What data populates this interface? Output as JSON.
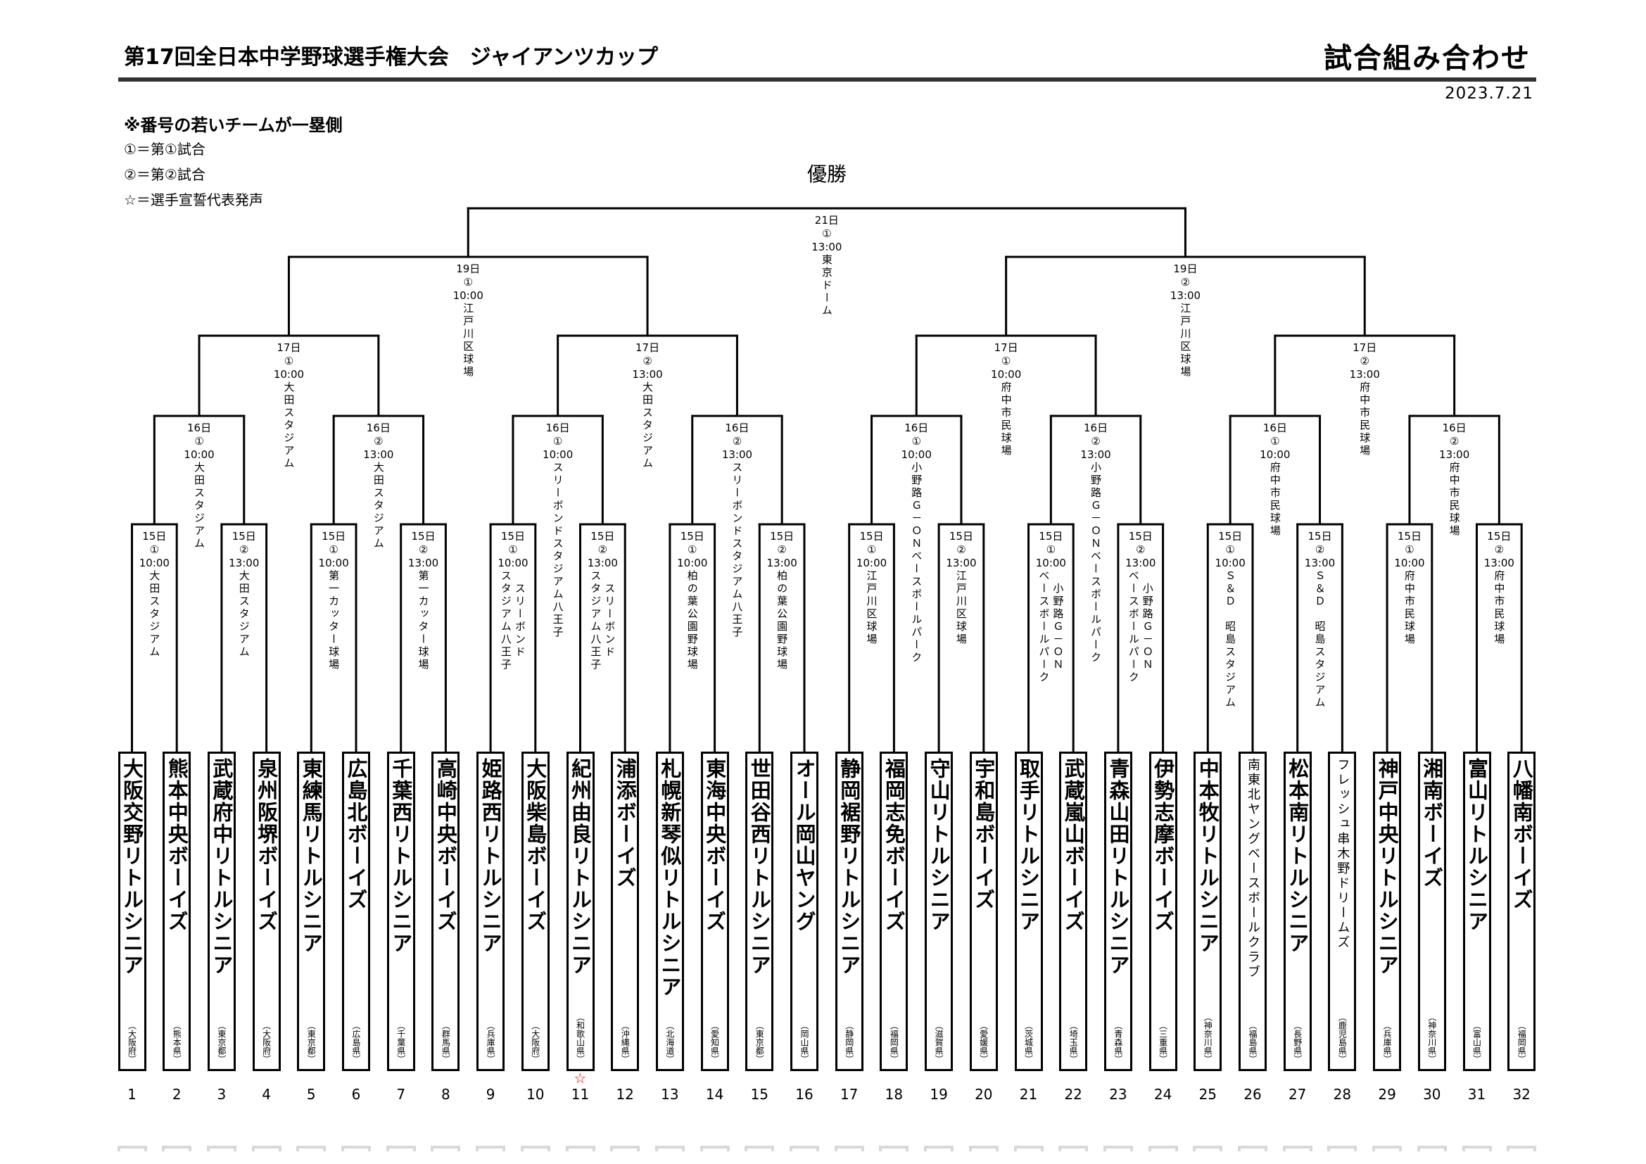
{
  "header": {
    "title": "第17回全日本中学野球選手権大会　ジャイアンツカップ",
    "doc_title": "試合組み合わせ",
    "date": "2023.7.21"
  },
  "notes": [
    "※番号の若いチームが一塁側",
    "①＝第①試合",
    "②＝第②試合",
    "☆＝選手宣誓代表発声"
  ],
  "champion_label": "優勝",
  "teams": [
    {
      "no": "1",
      "name": "大阪交野リトルシニア",
      "pref": "（大阪府）"
    },
    {
      "no": "2",
      "name": "熊本中央ボーイズ",
      "pref": "（熊本県）"
    },
    {
      "no": "3",
      "name": "武蔵府中リトルシニア",
      "pref": "（東京都）"
    },
    {
      "no": "4",
      "name": "泉州阪堺ボーイズ",
      "pref": "（大阪府）"
    },
    {
      "no": "5",
      "name": "東練馬リトルシニア",
      "pref": "（東京都）"
    },
    {
      "no": "6",
      "name": "広島北ボーイズ",
      "pref": "（広島県）"
    },
    {
      "no": "7",
      "name": "千葉西リトルシニア",
      "pref": "（千葉県）"
    },
    {
      "no": "8",
      "name": "高崎中央ボーイズ",
      "pref": "（群馬県）"
    },
    {
      "no": "9",
      "name": "姫路西リトルシニア",
      "pref": "（兵庫県）"
    },
    {
      "no": "10",
      "name": "大阪柴島ボーイズ",
      "pref": "（大阪府）"
    },
    {
      "no": "11",
      "name": "紀州由良リトルシニア",
      "pref": "（和歌山県）",
      "mark": "☆"
    },
    {
      "no": "12",
      "name": "浦添ボーイズ",
      "pref": "（沖縄県）"
    },
    {
      "no": "13",
      "name": "札幌新琴似リトルシニア",
      "pref": "（北海道）"
    },
    {
      "no": "14",
      "name": "東海中央ボーイズ",
      "pref": "（愛知県）"
    },
    {
      "no": "15",
      "name": "世田谷西リトルシニア",
      "pref": "（東京都）"
    },
    {
      "no": "16",
      "name": "オール岡山ヤング",
      "pref": "（岡山県）"
    },
    {
      "no": "17",
      "name": "静岡裾野リトルシニア",
      "pref": "（静岡県）"
    },
    {
      "no": "18",
      "name": "福岡志免ボーイズ",
      "pref": "（福岡県）"
    },
    {
      "no": "19",
      "name": "守山リトルシニア",
      "pref": "（滋賀県）"
    },
    {
      "no": "20",
      "name": "宇和島ボーイズ",
      "pref": "（愛媛県）"
    },
    {
      "no": "21",
      "name": "取手リトルシニア",
      "pref": "（茨城県）"
    },
    {
      "no": "22",
      "name": "武蔵嵐山ボーイズ",
      "pref": "（埼玉県）"
    },
    {
      "no": "23",
      "name": "青森山田リトルシニア",
      "pref": "（青森県）"
    },
    {
      "no": "24",
      "name": "伊勢志摩ボーイズ",
      "pref": "（三重県）"
    },
    {
      "no": "25",
      "name": "中本牧リトルシニア",
      "pref": "（神奈川県）"
    },
    {
      "no": "26",
      "name": "南東北ヤングベースボールクラブ",
      "pref": "（福島県）"
    },
    {
      "no": "27",
      "name": "松本南リトルシニア",
      "pref": "（長野県）"
    },
    {
      "no": "28",
      "name": "フレッシュ串木野ドリームズ",
      "pref": "（鹿児島県）"
    },
    {
      "no": "29",
      "name": "神戸中央リトルシニア",
      "pref": "（兵庫県）"
    },
    {
      "no": "30",
      "name": "湘南ボーイズ",
      "pref": "（神奈川県）"
    },
    {
      "no": "31",
      "name": "富山リトルシニア",
      "pref": "（富山県）"
    },
    {
      "no": "32",
      "name": "八幡南ボーイズ",
      "pref": "（福岡県）"
    }
  ],
  "rounds": [
    [
      {
        "day": "15日",
        "slot": "①",
        "time": "10:00",
        "venue": "大田スタジアム"
      },
      {
        "day": "15日",
        "slot": "②",
        "time": "13:00",
        "venue": "大田スタジアム"
      },
      {
        "day": "15日",
        "slot": "①",
        "time": "10:00",
        "venue": "第一カッター球場"
      },
      {
        "day": "15日",
        "slot": "②",
        "time": "13:00",
        "venue": "第一カッター球場"
      },
      {
        "day": "15日",
        "slot": "①",
        "time": "10:00",
        "venue": "スリーボンド\nスタジアム八王子"
      },
      {
        "day": "15日",
        "slot": "②",
        "time": "13:00",
        "venue": "スリーボンド\nスタジアム八王子"
      },
      {
        "day": "15日",
        "slot": "①",
        "time": "10:00",
        "venue": "柏の葉公園野球場"
      },
      {
        "day": "15日",
        "slot": "②",
        "time": "13:00",
        "venue": "柏の葉公園野球場"
      },
      {
        "day": "15日",
        "slot": "①",
        "time": "10:00",
        "venue": "江戸川区球場"
      },
      {
        "day": "15日",
        "slot": "②",
        "time": "13:00",
        "venue": "江戸川区球場"
      },
      {
        "day": "15日",
        "slot": "①",
        "time": "10:00",
        "venue": "小野路Ｇ－ＯＮ\nベースボールパーク"
      },
      {
        "day": "15日",
        "slot": "②",
        "time": "13:00",
        "venue": "小野路Ｇ－ＯＮ\nベースボールパーク"
      },
      {
        "day": "15日",
        "slot": "①",
        "time": "10:00",
        "venue": "Ｓ＆Ｄ　昭島スタジアム"
      },
      {
        "day": "15日",
        "slot": "②",
        "time": "13:00",
        "venue": "Ｓ＆Ｄ　昭島スタジアム"
      },
      {
        "day": "15日",
        "slot": "①",
        "time": "10:00",
        "venue": "府中市民球場"
      },
      {
        "day": "15日",
        "slot": "②",
        "time": "13:00",
        "venue": "府中市民球場"
      }
    ],
    [
      {
        "day": "16日",
        "slot": "①",
        "time": "10:00",
        "venue": "大田スタジアム"
      },
      {
        "day": "16日",
        "slot": "②",
        "time": "13:00",
        "venue": "大田スタジアム"
      },
      {
        "day": "16日",
        "slot": "①",
        "time": "10:00",
        "venue": "スリーボンドスタジアム八王子"
      },
      {
        "day": "16日",
        "slot": "②",
        "time": "13:00",
        "venue": "スリーボンドスタジアム八王子"
      },
      {
        "day": "16日",
        "slot": "①",
        "time": "10:00",
        "venue": "小野路Ｇ－ＯＮベースボールパーク"
      },
      {
        "day": "16日",
        "slot": "②",
        "time": "13:00",
        "venue": "小野路Ｇ－ＯＮベースボールパーク"
      },
      {
        "day": "16日",
        "slot": "①",
        "time": "10:00",
        "venue": "府中市民球場"
      },
      {
        "day": "16日",
        "slot": "②",
        "time": "13:00",
        "venue": "府中市民球場"
      }
    ],
    [
      {
        "day": "17日",
        "slot": "①",
        "time": "10:00",
        "venue": "大田スタジアム"
      },
      {
        "day": "17日",
        "slot": "②",
        "time": "13:00",
        "venue": "大田スタジアム"
      },
      {
        "day": "17日",
        "slot": "①",
        "time": "10:00",
        "venue": "府中市民球場"
      },
      {
        "day": "17日",
        "slot": "②",
        "time": "13:00",
        "venue": "府中市民球場"
      }
    ],
    [
      {
        "day": "19日",
        "slot": "①",
        "time": "10:00",
        "venue": "江戸川区球場"
      },
      {
        "day": "19日",
        "slot": "②",
        "time": "13:00",
        "venue": "江戸川区球場"
      }
    ],
    [
      {
        "day": "21日",
        "slot": "①",
        "time": "13:00",
        "venue": "東京ドーム"
      }
    ]
  ]
}
